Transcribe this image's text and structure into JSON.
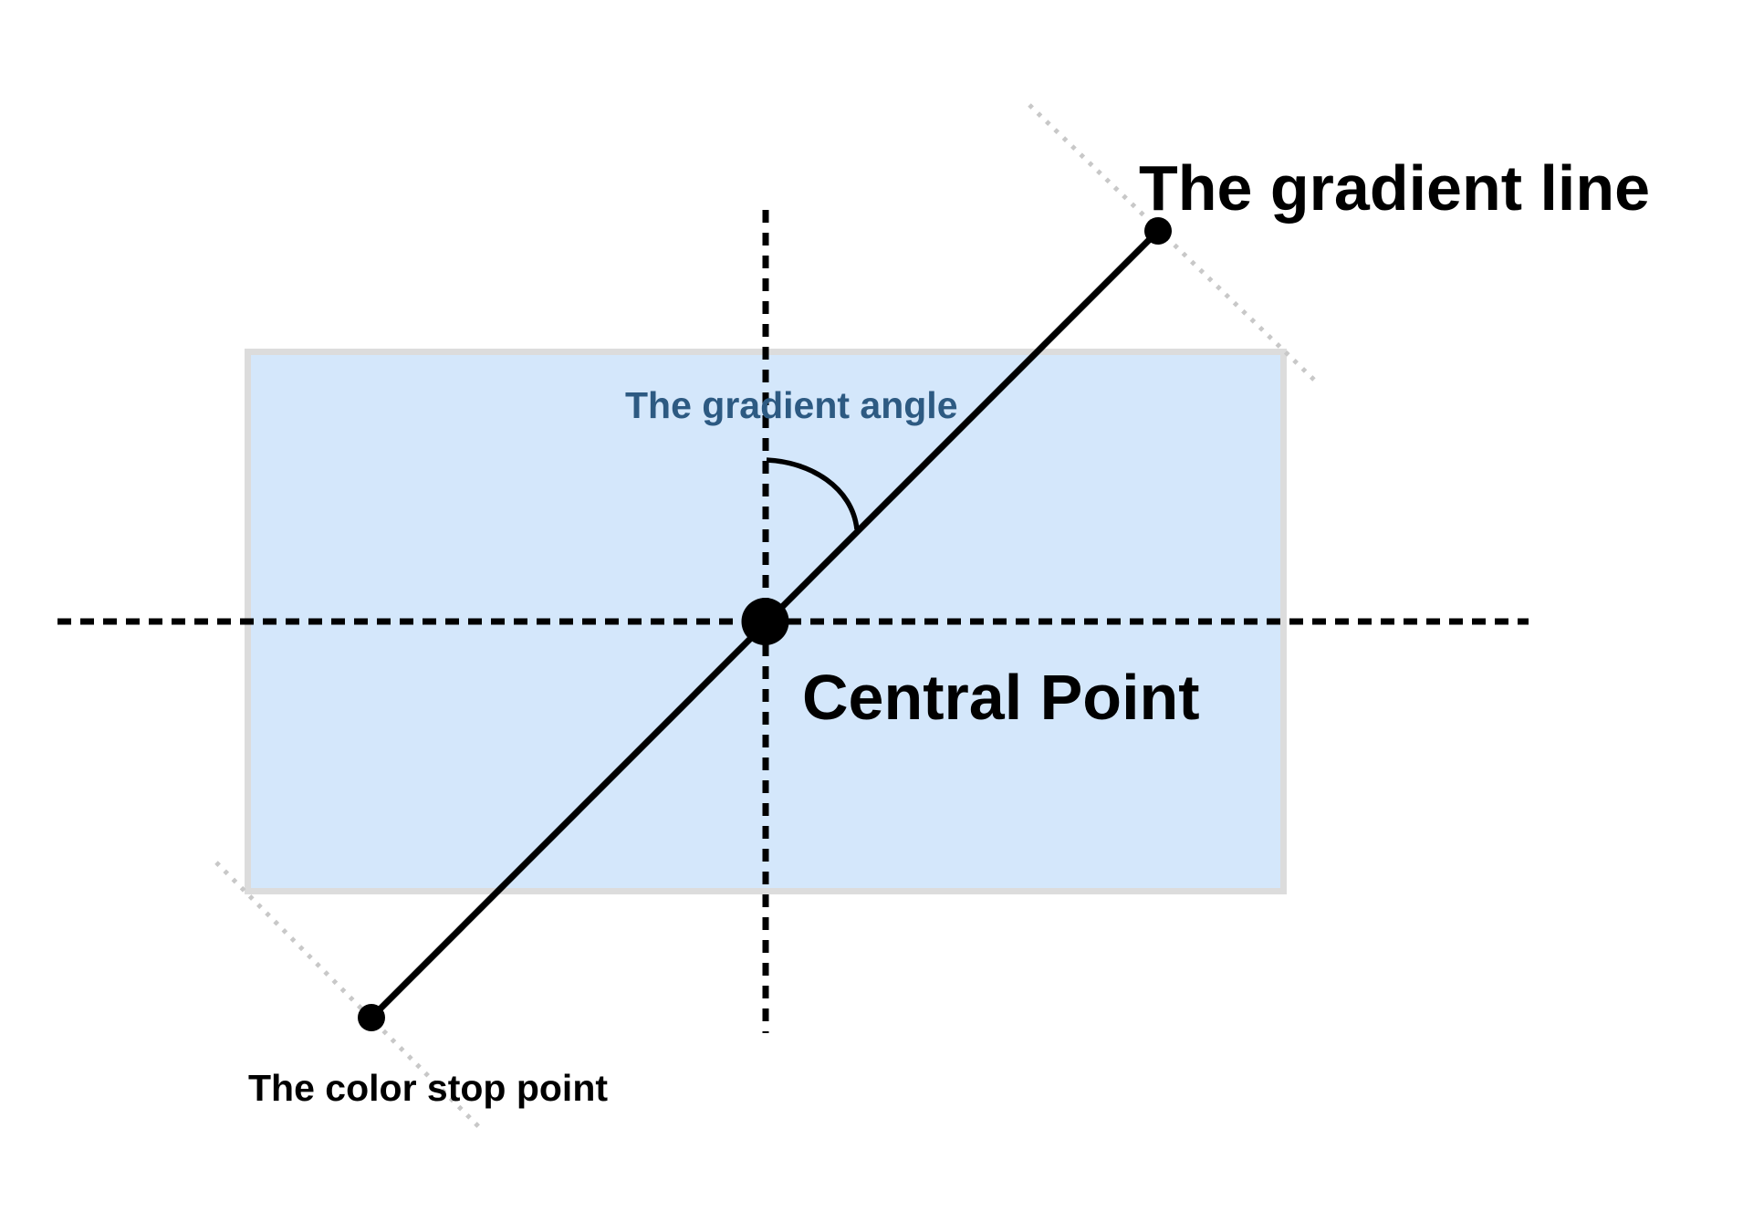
{
  "labels": {
    "gradient_line": "The gradient line",
    "gradient_angle": "The gradient angle",
    "central_point": "Central Point",
    "color_stop": "The color stop point"
  },
  "colors": {
    "ink": "#000000",
    "box_fill": "#d4e7fb",
    "box_border": "#dcdcdc",
    "dotted_stop_line": "#c8c8c8",
    "angle_label": "#2d5a82"
  }
}
